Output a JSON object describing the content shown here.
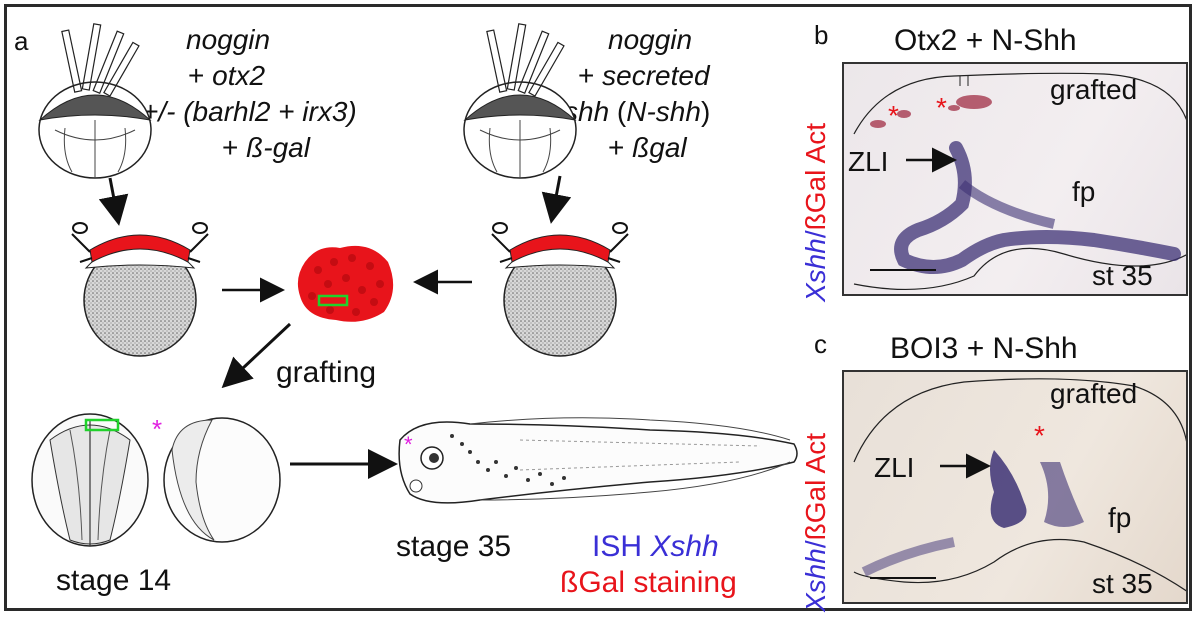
{
  "panels": {
    "a": "a",
    "b": "b",
    "c": "c"
  },
  "left_protocol": {
    "line1": "noggin",
    "line2a": "+ ",
    "line2b": "otx2",
    "line3": "+/- (barhl2 + irx3)",
    "line4a": "+ ",
    "line4b": "ß-gal"
  },
  "right_protocol": {
    "line1": "noggin",
    "line2a": "+ ",
    "line2b": "secreted",
    "line3a": "shh",
    "line3b": " (",
    "line3c": "N-shh",
    "line3d": ")",
    "line4a": "+ ",
    "line4b": "ßgal"
  },
  "labels": {
    "grafting": "grafting",
    "stage14": "stage 14",
    "stage35": "stage 35",
    "ish_prefix": "ISH ",
    "ish_gene": "Xshh",
    "bgal_staining": "ßGal staining"
  },
  "panel_b": {
    "title": "Otx2 + N-Shh",
    "grafted": "grafted",
    "zli": "ZLI",
    "fp": "fp",
    "stage": "st 35",
    "star": "*"
  },
  "panel_c": {
    "title": "BOI3 + N-Shh",
    "grafted": "grafted",
    "zli": "ZLI",
    "fp": "fp",
    "stage": "st 35",
    "star": "*"
  },
  "side_label": {
    "gene": "Xshh",
    "slash": "/",
    "marker": "ßGal Act"
  },
  "colors": {
    "red": "#e8141b",
    "blue": "#3a2fd6",
    "green": "#20d22b",
    "magenta": "#e020e0",
    "stain_purple": "#3d3275"
  }
}
